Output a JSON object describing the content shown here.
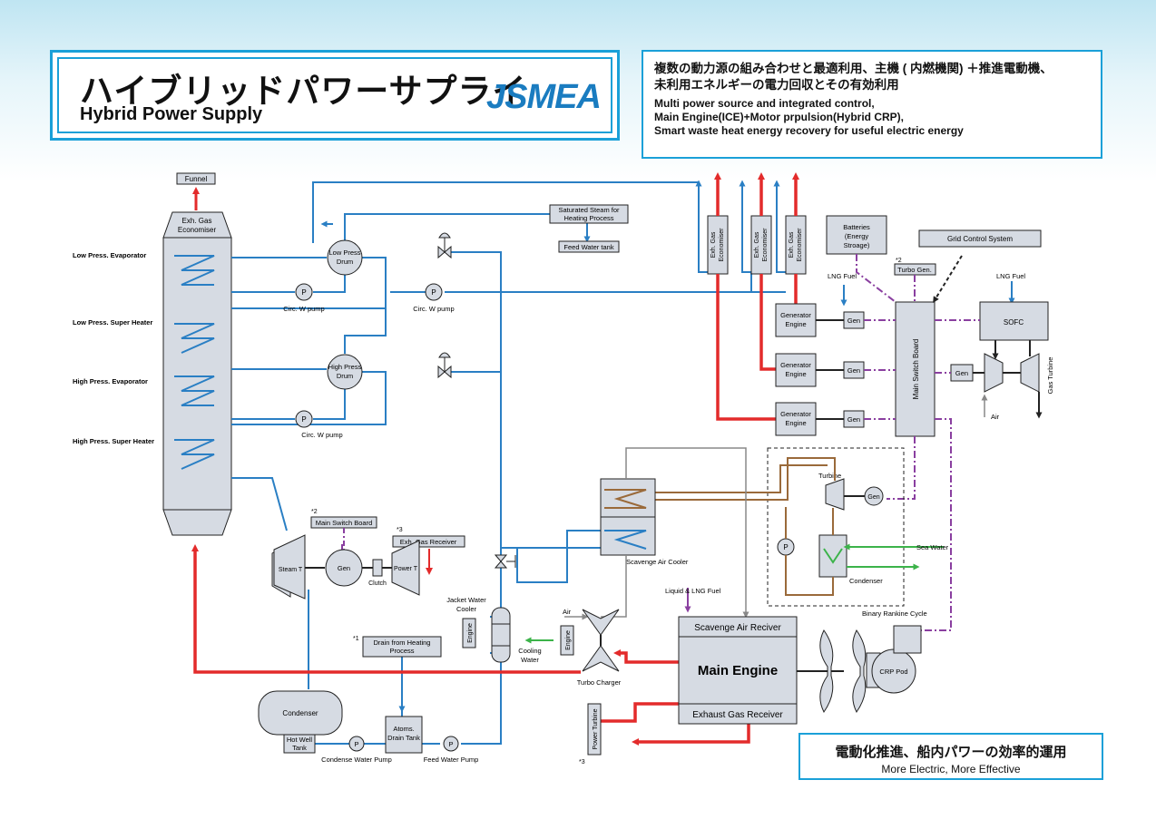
{
  "header": {
    "title_jp": "ハイブリッドパワーサプライ",
    "title_en": "Hybrid Power Supply",
    "logo": "JSMEA"
  },
  "description": {
    "line_jp_1": "複数の動力源の組み合わせと最適利用、主機 ( 内燃機関) ＋推進電動機、",
    "line_jp_2": "未利用エネルギーの電力回収とその有効利用",
    "line_en_1": "Multi power source and integrated control,",
    "line_en_2": "Main Engine(ICE)+Motor prpulsion(Hybrid CRP),",
    "line_en_3": "Smart waste heat energy recovery for useful electric energy"
  },
  "footer": {
    "jp": "電動化推進、船内パワーの効率的運用",
    "en": "More Electric, More Effective"
  },
  "colors": {
    "water_line": "#2a7fc4",
    "exhaust_line": "#e32b2b",
    "electric_line": "#8a3fa0",
    "steam_line": "#9a6a3a",
    "sea_water": "#3cb34a",
    "box_fill": "#d6dbe3",
    "accent": "#1aa0d8"
  },
  "diagram": {
    "funnel": "Funnel",
    "exh_gas_economiser_1": "Exh. Gas",
    "exh_gas_economiser_2": "Economiser",
    "boiler_sections": [
      "Low Press. Evaporator",
      "Low Press. Super Heater",
      "High Press. Evaporator",
      "High Press. Super Heater"
    ],
    "lp_drum_1": "Low Press",
    "lp_drum_2": "Drum",
    "hp_drum_1": "High Press",
    "hp_drum_2": "Drum",
    "pump_p": "P",
    "circ_pump": "Circ. W pump",
    "saturated_steam_1": "Saturated Steam for",
    "saturated_steam_2": "Heating Process",
    "feed_water_tank": "Feed Water tank",
    "economiser_col_1": "Exh. Gas",
    "economiser_col_2": "Economiser",
    "batteries_1": "Batteries",
    "batteries_2": "(Energy",
    "batteries_3": "Stroage)",
    "grid_control": "Grid Control System",
    "note_2": "*2",
    "note_3": "*3",
    "note_1": "*1",
    "turbo_gen": "Turbo Gen.",
    "lng_fuel": "LNG Fuel",
    "generator_engine_1": "Generator",
    "generator_engine_2": "Engine",
    "gen": "Gen",
    "main_switch_board": "Main Switch Board",
    "sofc": "SOFC",
    "gas_turbine": "Gas Turbine",
    "air": "Air",
    "turbine": "Turbine",
    "sea_water": "Sea Water",
    "condenser": "Condenser",
    "binary_rankine": "Binary  Rankine Cycle",
    "scavenge_air_cooler": "Scavenge Air Cooler",
    "liquid_lng_fuel": "Liquid & LNG Fuel",
    "scavenge_air_receiver": "Scavenge Air Reciver",
    "main_engine": "Main Engine",
    "exhaust_gas_receiver": "Exhaust Gas Receiver",
    "crp_pod": "CRP Pod",
    "main_switch_board_box": "Main Switch Board",
    "exh_gas_receiver_box": "Exh. Gas Receiver",
    "steam_t": "Steam T",
    "power_t": "Power T",
    "clutch": "Clutch",
    "jacket_water_cooler_1": "Jacket Water",
    "jacket_water_cooler_2": "Cooler",
    "engine": "Engine",
    "cooling_water_1": "Cooling",
    "cooling_water_2": "Water",
    "turbo_charger": "Turbo Charger",
    "power_turbine": "Power Turbine",
    "drain_heating_1": "Drain from Heating",
    "drain_heating_2": "Process",
    "atmos_drain_1": "Atoms.",
    "atmos_drain_2": "Drain Tank",
    "hot_well_1": "Hot Well",
    "hot_well_2": "Tank",
    "condense_pump": "Condense Water Pump",
    "feed_pump": "Feed Water Pump"
  }
}
